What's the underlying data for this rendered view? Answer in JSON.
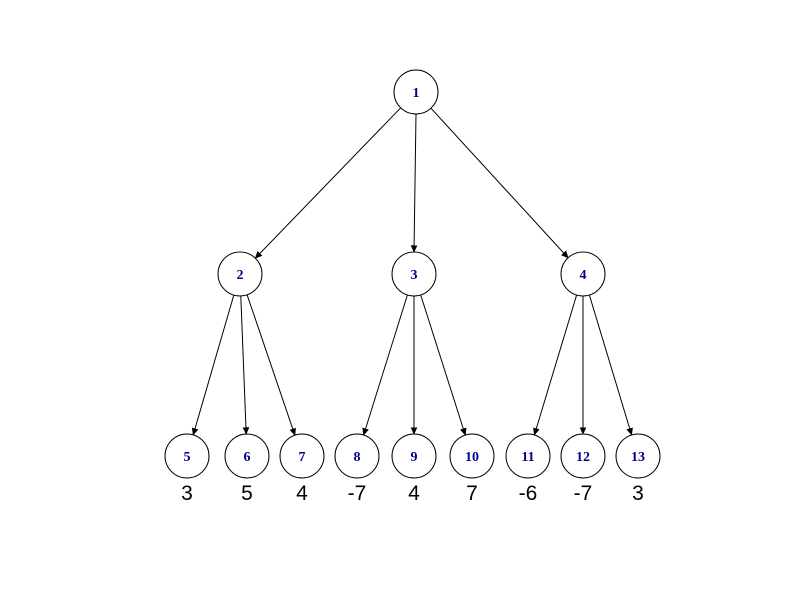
{
  "tree": {
    "type": "rooted-tree-plot",
    "background": "#ffffff",
    "colors": {
      "node_fill": "#ffffff",
      "node_outline": "#000000",
      "node_label": "#00008B",
      "edge": "#000000",
      "value_text": "#000000"
    },
    "nodes": [
      {
        "id": "1"
      },
      {
        "id": "2"
      },
      {
        "id": "3"
      },
      {
        "id": "4"
      },
      {
        "id": "5"
      },
      {
        "id": "6"
      },
      {
        "id": "7"
      },
      {
        "id": "8"
      },
      {
        "id": "9"
      },
      {
        "id": "10"
      },
      {
        "id": "11"
      },
      {
        "id": "12"
      },
      {
        "id": "13"
      }
    ],
    "edges": [
      {
        "from": "1",
        "to": "2"
      },
      {
        "from": "1",
        "to": "3"
      },
      {
        "from": "1",
        "to": "4"
      },
      {
        "from": "2",
        "to": "5"
      },
      {
        "from": "2",
        "to": "6"
      },
      {
        "from": "2",
        "to": "7"
      },
      {
        "from": "3",
        "to": "8"
      },
      {
        "from": "3",
        "to": "9"
      },
      {
        "from": "3",
        "to": "10"
      },
      {
        "from": "4",
        "to": "11"
      },
      {
        "from": "4",
        "to": "12"
      },
      {
        "from": "4",
        "to": "13"
      }
    ],
    "leaf_values": {
      "5": "3",
      "6": "5",
      "7": "4",
      "8": "-7",
      "9": "4",
      "10": "7",
      "11": "-6",
      "12": "-7",
      "13": "3"
    }
  }
}
